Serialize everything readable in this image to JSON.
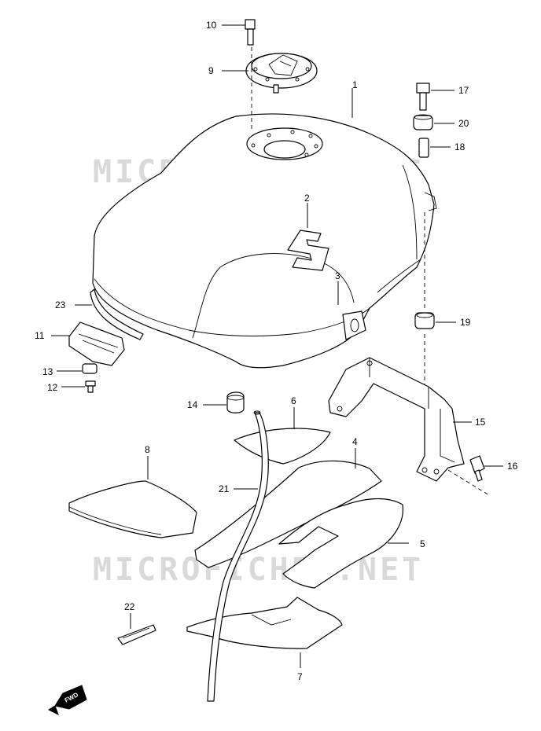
{
  "diagram": {
    "watermark_text": "MICROFICHES.NET",
    "direction_label": "FWD",
    "parts": [
      {
        "no": "1"
      },
      {
        "no": "2"
      },
      {
        "no": "3"
      },
      {
        "no": "4"
      },
      {
        "no": "5"
      },
      {
        "no": "6"
      },
      {
        "no": "7"
      },
      {
        "no": "8"
      },
      {
        "no": "9"
      },
      {
        "no": "10"
      },
      {
        "no": "11"
      },
      {
        "no": "12"
      },
      {
        "no": "13"
      },
      {
        "no": "14"
      },
      {
        "no": "15"
      },
      {
        "no": "16"
      },
      {
        "no": "17"
      },
      {
        "no": "18"
      },
      {
        "no": "19"
      },
      {
        "no": "20"
      },
      {
        "no": "21"
      },
      {
        "no": "22"
      },
      {
        "no": "23"
      }
    ]
  }
}
